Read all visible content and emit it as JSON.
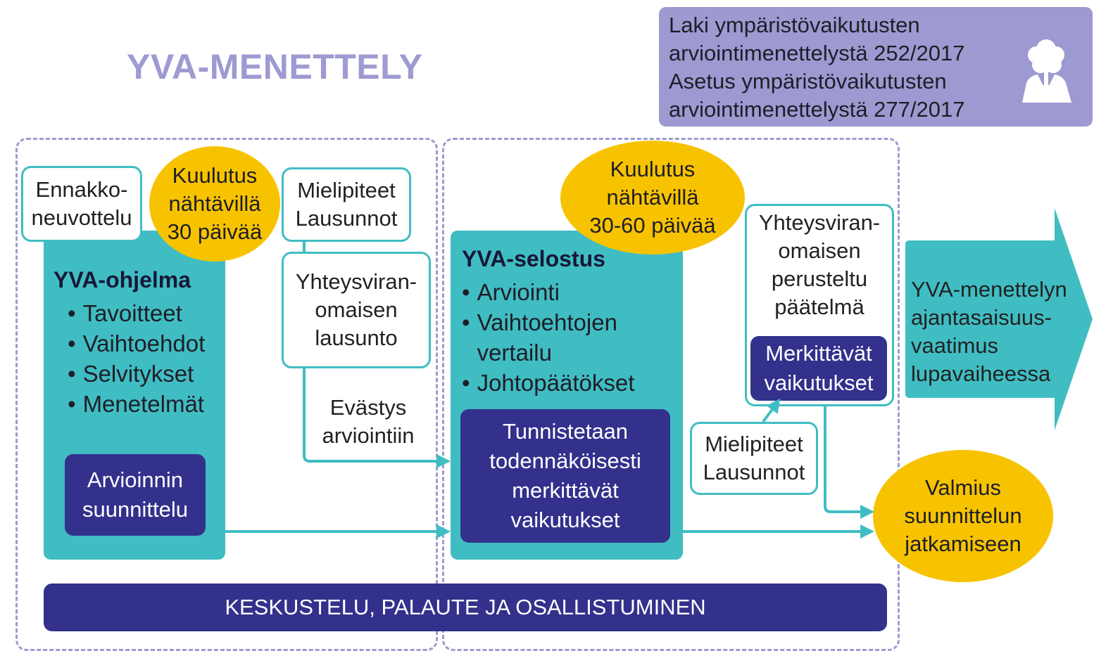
{
  "title": "YVA-MENETTELY",
  "legal_box": {
    "lines": [
      "Laki ympäristövaikutusten",
      "arviointimenettelystä 252/2017",
      "Asetus ympäristövaikutusten",
      "arviointimenettelystä 277/2017"
    ],
    "icon": "tree-person-icon"
  },
  "phase1": {
    "pre_consultation": "Ennakko-\nneuvottelu",
    "announcement": "Kuulutus\nnähtävillä\n30 päivää",
    "opinions": "Mielipiteet\nLausunnot",
    "program": {
      "heading": "YVA-ohjelma",
      "items": [
        "Tavoitteet",
        "Vaihtoehdot",
        "Selvitykset",
        "Menetelmät"
      ]
    },
    "assessment_planning": "Arvioinnin\nsuunnittelu",
    "authority_statement": "Yhteysviran-\nomaisen\nlausunto",
    "guidance": "Evästys\narviointiin"
  },
  "phase2": {
    "announcement": "Kuulutus\nnähtävillä\n30-60 päivää",
    "report": {
      "heading": "YVA-selostus",
      "items": [
        "Arviointi",
        "Vaihtoehtojen\nvertailu",
        "Johtopäätökset"
      ]
    },
    "identification": "Tunnistetaan\ntodennäköisesti\nmerkittävät\nvaikutukset",
    "reasoned_conclusion": "Yhteysviran-\nomaisen\nperusteltu\npäätelmä",
    "significant_effects": "Merkittävät\nvaikutukset",
    "opinions": "Mielipiteet\nLausunnot"
  },
  "readiness": "Valmius\nsuunnittelun\njatkamiseen",
  "up_to_date_requirement": "YVA-menettelyn\najantasaisuus-\nvaatimus\nlupavaiheessa",
  "participation_bar": "KESKUSTELU, PALAUTE JA OSALLISTUMINEN",
  "colors": {
    "teal": "#40bdc2",
    "navy": "#33318c",
    "yellow": "#f7c300",
    "lavender": "#9d99d1",
    "title": "#9e9ad2"
  }
}
